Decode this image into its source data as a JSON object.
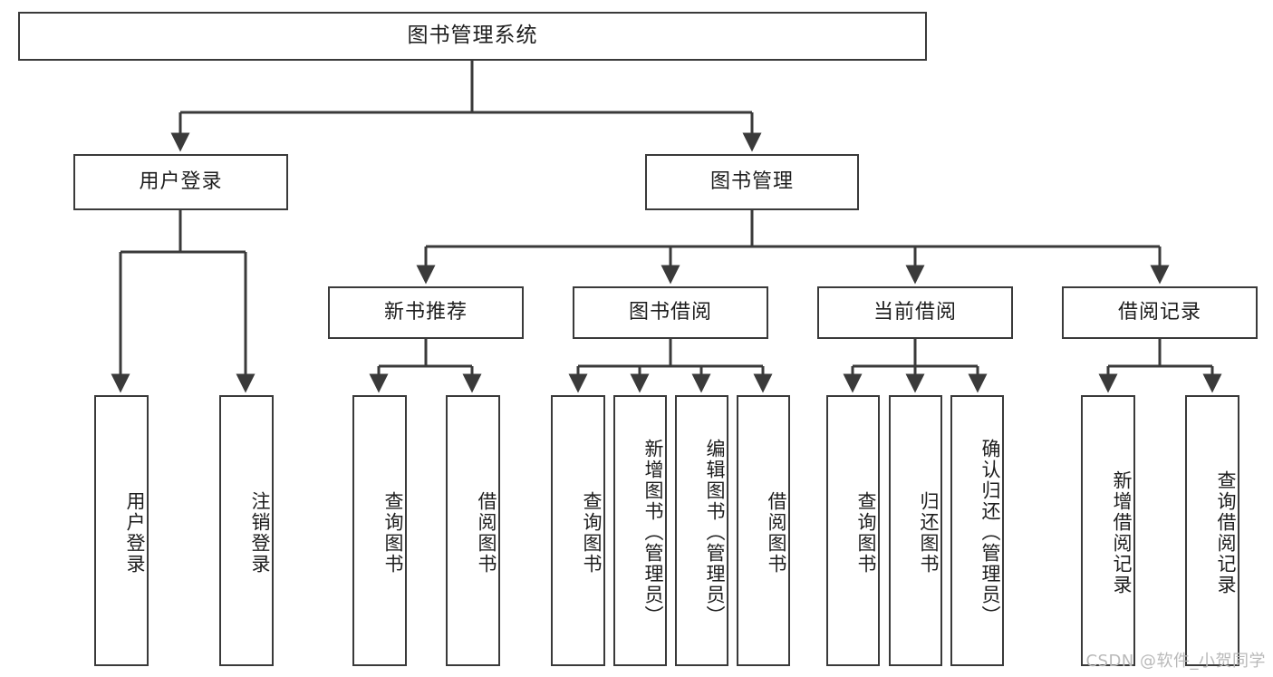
{
  "diagram": {
    "type": "tree",
    "title": "图书管理系统",
    "watermark": "CSDN @软件_小贺同学",
    "theme": {
      "background": "#ffffff",
      "box_border": "#3a3a3a",
      "connector": "#3a3a3a",
      "text": "#1d1d1d",
      "watermark_color": "#b9b9b9"
    },
    "root": {
      "id": "root",
      "label": "图书管理系统"
    },
    "level2": [
      {
        "id": "user-login",
        "label": "用户登录"
      },
      {
        "id": "book-manage",
        "label": "图书管理"
      }
    ],
    "level3": [
      {
        "id": "new-book-recommend",
        "label": "新书推荐",
        "parent": "book-manage"
      },
      {
        "id": "book-borrow",
        "label": "图书借阅",
        "parent": "book-manage"
      },
      {
        "id": "current-borrow",
        "label": "当前借阅",
        "parent": "book-manage"
      },
      {
        "id": "borrow-record",
        "label": "借阅记录",
        "parent": "book-manage"
      }
    ],
    "leaves": {
      "user_login": [
        {
          "id": "leaf-user-login",
          "label": "用户登录"
        },
        {
          "id": "leaf-logout-login",
          "label": "注销登录"
        }
      ],
      "new_book_recommend": [
        {
          "id": "leaf-query-book-1",
          "label": "查询图书"
        },
        {
          "id": "leaf-borrow-book-1",
          "label": "借阅图书"
        }
      ],
      "book_borrow": [
        {
          "id": "leaf-query-book-2",
          "label": "查询图书"
        },
        {
          "id": "leaf-add-book",
          "label": "新增图书（管理员）"
        },
        {
          "id": "leaf-edit-book",
          "label": "编辑图书（管理员）"
        },
        {
          "id": "leaf-borrow-book-2",
          "label": "借阅图书"
        }
      ],
      "current_borrow": [
        {
          "id": "leaf-query-book-3",
          "label": "查询图书"
        },
        {
          "id": "leaf-return-book",
          "label": "归还图书"
        },
        {
          "id": "leaf-confirm-return",
          "label": "确认归还（管理员）"
        }
      ],
      "borrow_record": [
        {
          "id": "leaf-add-record",
          "label": "新增借阅记录"
        },
        {
          "id": "leaf-query-record",
          "label": "查询借阅记录"
        }
      ]
    }
  }
}
